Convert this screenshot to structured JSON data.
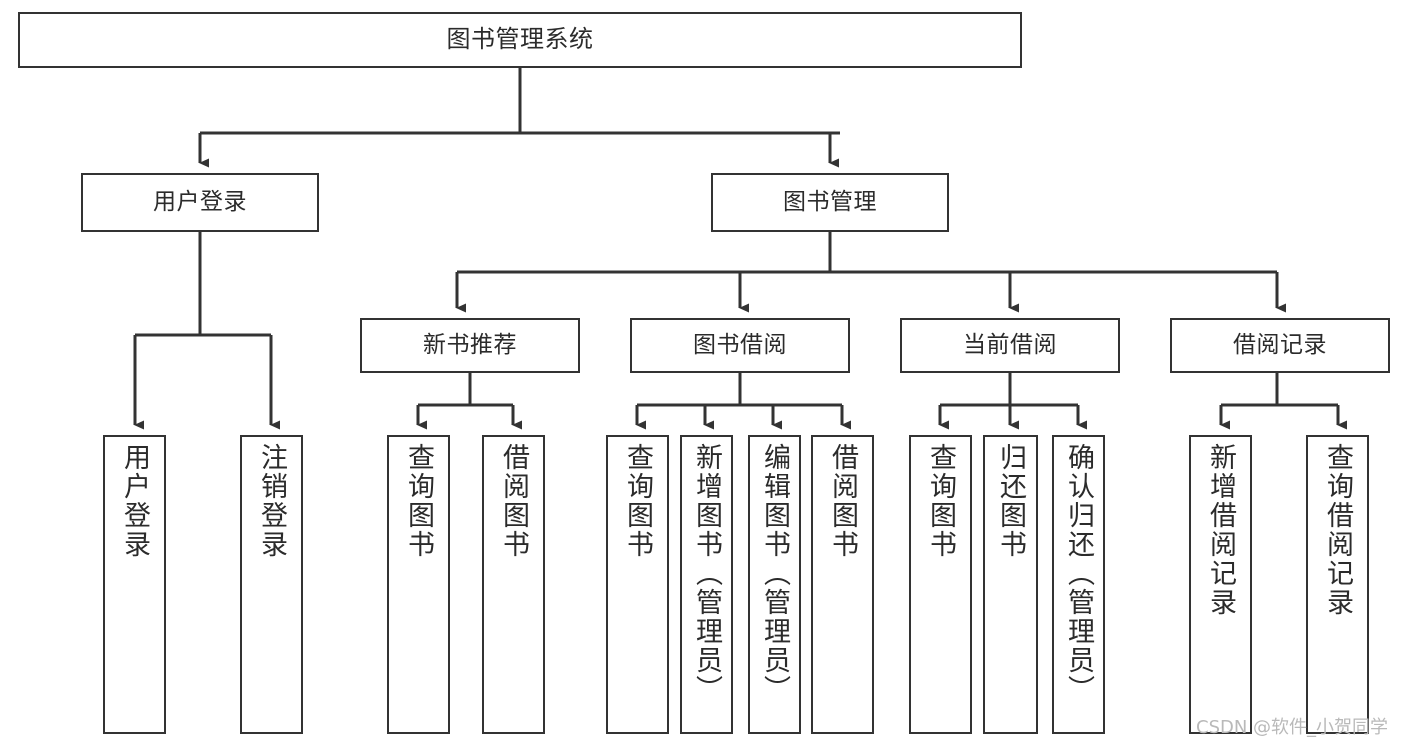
{
  "diagram": {
    "type": "tree-hierarchy-chart",
    "title": "图书管理系统",
    "line_color": "#333333",
    "text_color": "#2b2b2b",
    "background_color": "#ffffff",
    "root": {
      "label": "图书管理系统"
    },
    "level2": [
      {
        "label": "用户登录"
      },
      {
        "label": "图书管理"
      }
    ],
    "level3": [
      {
        "label": "新书推荐"
      },
      {
        "label": "图书借阅"
      },
      {
        "label": "当前借阅"
      },
      {
        "label": "借阅记录"
      }
    ],
    "leaves": {
      "user_login": [
        {
          "label": "用户登录"
        },
        {
          "label": "注销登录"
        }
      ],
      "new_book_recommend": [
        {
          "label": "查询图书"
        },
        {
          "label": "借阅图书"
        }
      ],
      "book_borrow": [
        {
          "label": "查询图书"
        },
        {
          "label": "新增图书（管理员）"
        },
        {
          "label": "编辑图书（管理员）"
        },
        {
          "label": "借阅图书"
        }
      ],
      "current_borrow": [
        {
          "label": "查询图书"
        },
        {
          "label": "归还图书"
        },
        {
          "label": "确认归还（管理员）"
        }
      ],
      "borrow_record": [
        {
          "label": "新增借阅记录"
        },
        {
          "label": "查询借阅记录"
        }
      ]
    }
  },
  "watermark": {
    "text": "CSDN @软件_小贺同学"
  }
}
